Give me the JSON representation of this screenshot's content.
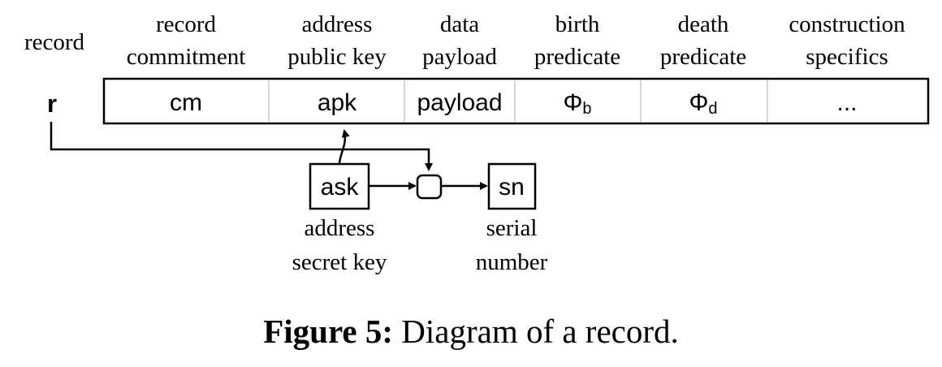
{
  "record": {
    "label": "record",
    "symbol": "r"
  },
  "fields": [
    {
      "header_line1": "record",
      "header_line2": "commitment",
      "cell": "cm"
    },
    {
      "header_line1": "address",
      "header_line2": "public key",
      "cell": "apk"
    },
    {
      "header_line1": "data",
      "header_line2": "payload",
      "cell": "payload"
    },
    {
      "header_line1": "birth",
      "header_line2": "predicate",
      "cell_base": "Φ",
      "cell_sub": "b"
    },
    {
      "header_line1": "death",
      "header_line2": "predicate",
      "cell_base": "Φ",
      "cell_sub": "d"
    },
    {
      "header_line1": "construction",
      "header_line2": "specifics",
      "cell": "..."
    }
  ],
  "ask_box": {
    "label": "ask",
    "desc_line1": "address",
    "desc_line2": "secret key"
  },
  "sn_box": {
    "label": "sn",
    "desc_line1": "serial",
    "desc_line2": "number"
  },
  "caption": {
    "prefix": "Figure 5:",
    "text": "Diagram of a record."
  },
  "colors": {
    "stroke": "#000000",
    "cell_divider": "#c8c8c8"
  }
}
